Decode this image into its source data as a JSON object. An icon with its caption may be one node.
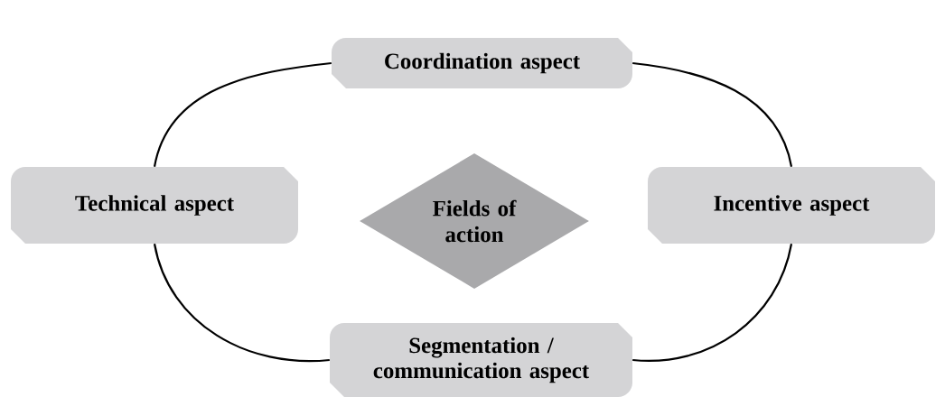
{
  "diagram": {
    "nodes": [
      {
        "text": [
          "Coordination aspect"
        ]
      },
      {
        "text": [
          "Technical aspect"
        ]
      },
      {
        "text": [
          "Fields of action"
        ]
      },
      {
        "text": [
          "Incentive aspect"
        ]
      },
      {
        "text": [
          "Segmentation / communication aspect"
        ]
      }
    ],
    "edges": [
      {
        "from": 0,
        "to": 1,
        "arrow": "none"
      },
      {
        "from": 1,
        "to": 4,
        "arrow": "none"
      },
      {
        "from": 4,
        "to": 3,
        "arrow": "none"
      },
      {
        "from": 3,
        "to": 0,
        "arrow": "none"
      }
    ]
  }
}
